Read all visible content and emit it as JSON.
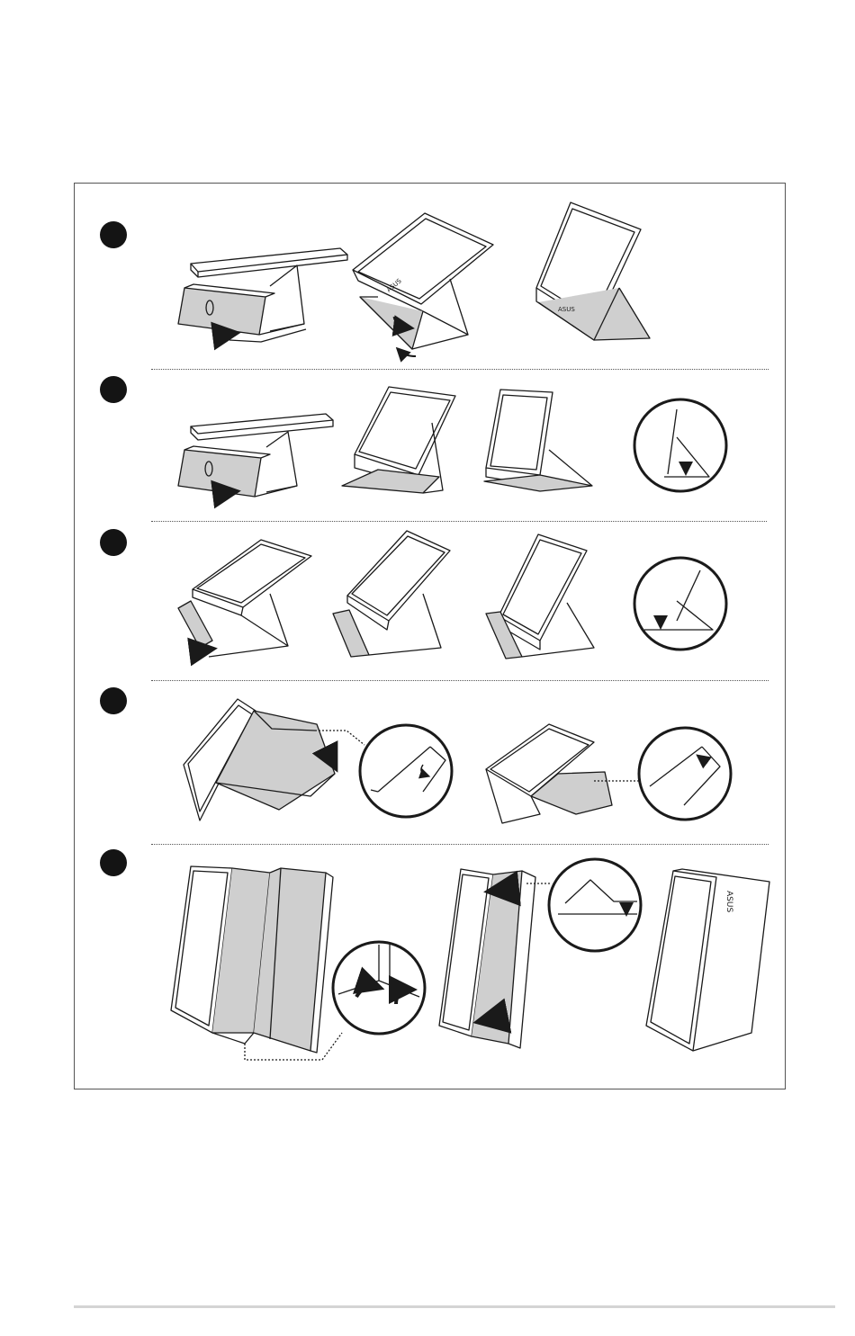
{
  "page": {
    "kind": "stand setup instructions",
    "steps": [
      {
        "id": 1,
        "panels": 3
      },
      {
        "id": 2,
        "panels": 4
      },
      {
        "id": 3,
        "panels": 4
      },
      {
        "id": 4,
        "panels": 4
      },
      {
        "id": 5,
        "panels": 4
      }
    ],
    "icons": [
      "curved-arrow-icon",
      "down-arrow-icon",
      "left-arrow-icon",
      "magnifier-circle-icon"
    ],
    "colors": {
      "line": "#1a1a1a",
      "cover_gray": "#cfcfcf",
      "border": "#555555",
      "footer_rule": "#d4d4d4"
    }
  },
  "logos": {
    "brand_mark": "ASUS"
  }
}
